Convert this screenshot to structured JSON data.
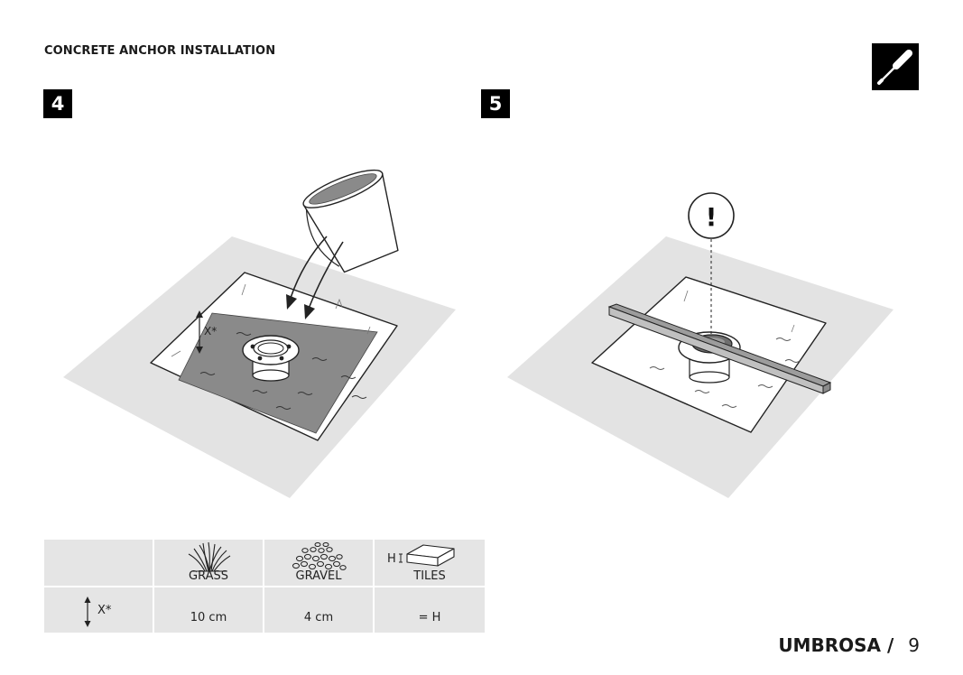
{
  "header": {
    "title": "CONCRETE ANCHOR INSTALLATION"
  },
  "icons": {
    "tool": "screwdriver-icon",
    "warning": "exclamation-icon"
  },
  "steps": [
    {
      "number": "4"
    },
    {
      "number": "5"
    }
  ],
  "illustration": {
    "depth_label": "X*",
    "warning_mark": "!"
  },
  "depth_table": {
    "columns": [
      {
        "label": "GRASS",
        "icon": "grass-icon"
      },
      {
        "label": "GRAVEL",
        "icon": "gravel-icon"
      },
      {
        "label": "TILES",
        "icon": "tile-icon",
        "icon_label": "H"
      }
    ],
    "row_label": "X*",
    "values": [
      "10 cm",
      "4 cm",
      "= H"
    ]
  },
  "footer": {
    "brand": "UMBROSA /",
    "page": "9"
  }
}
